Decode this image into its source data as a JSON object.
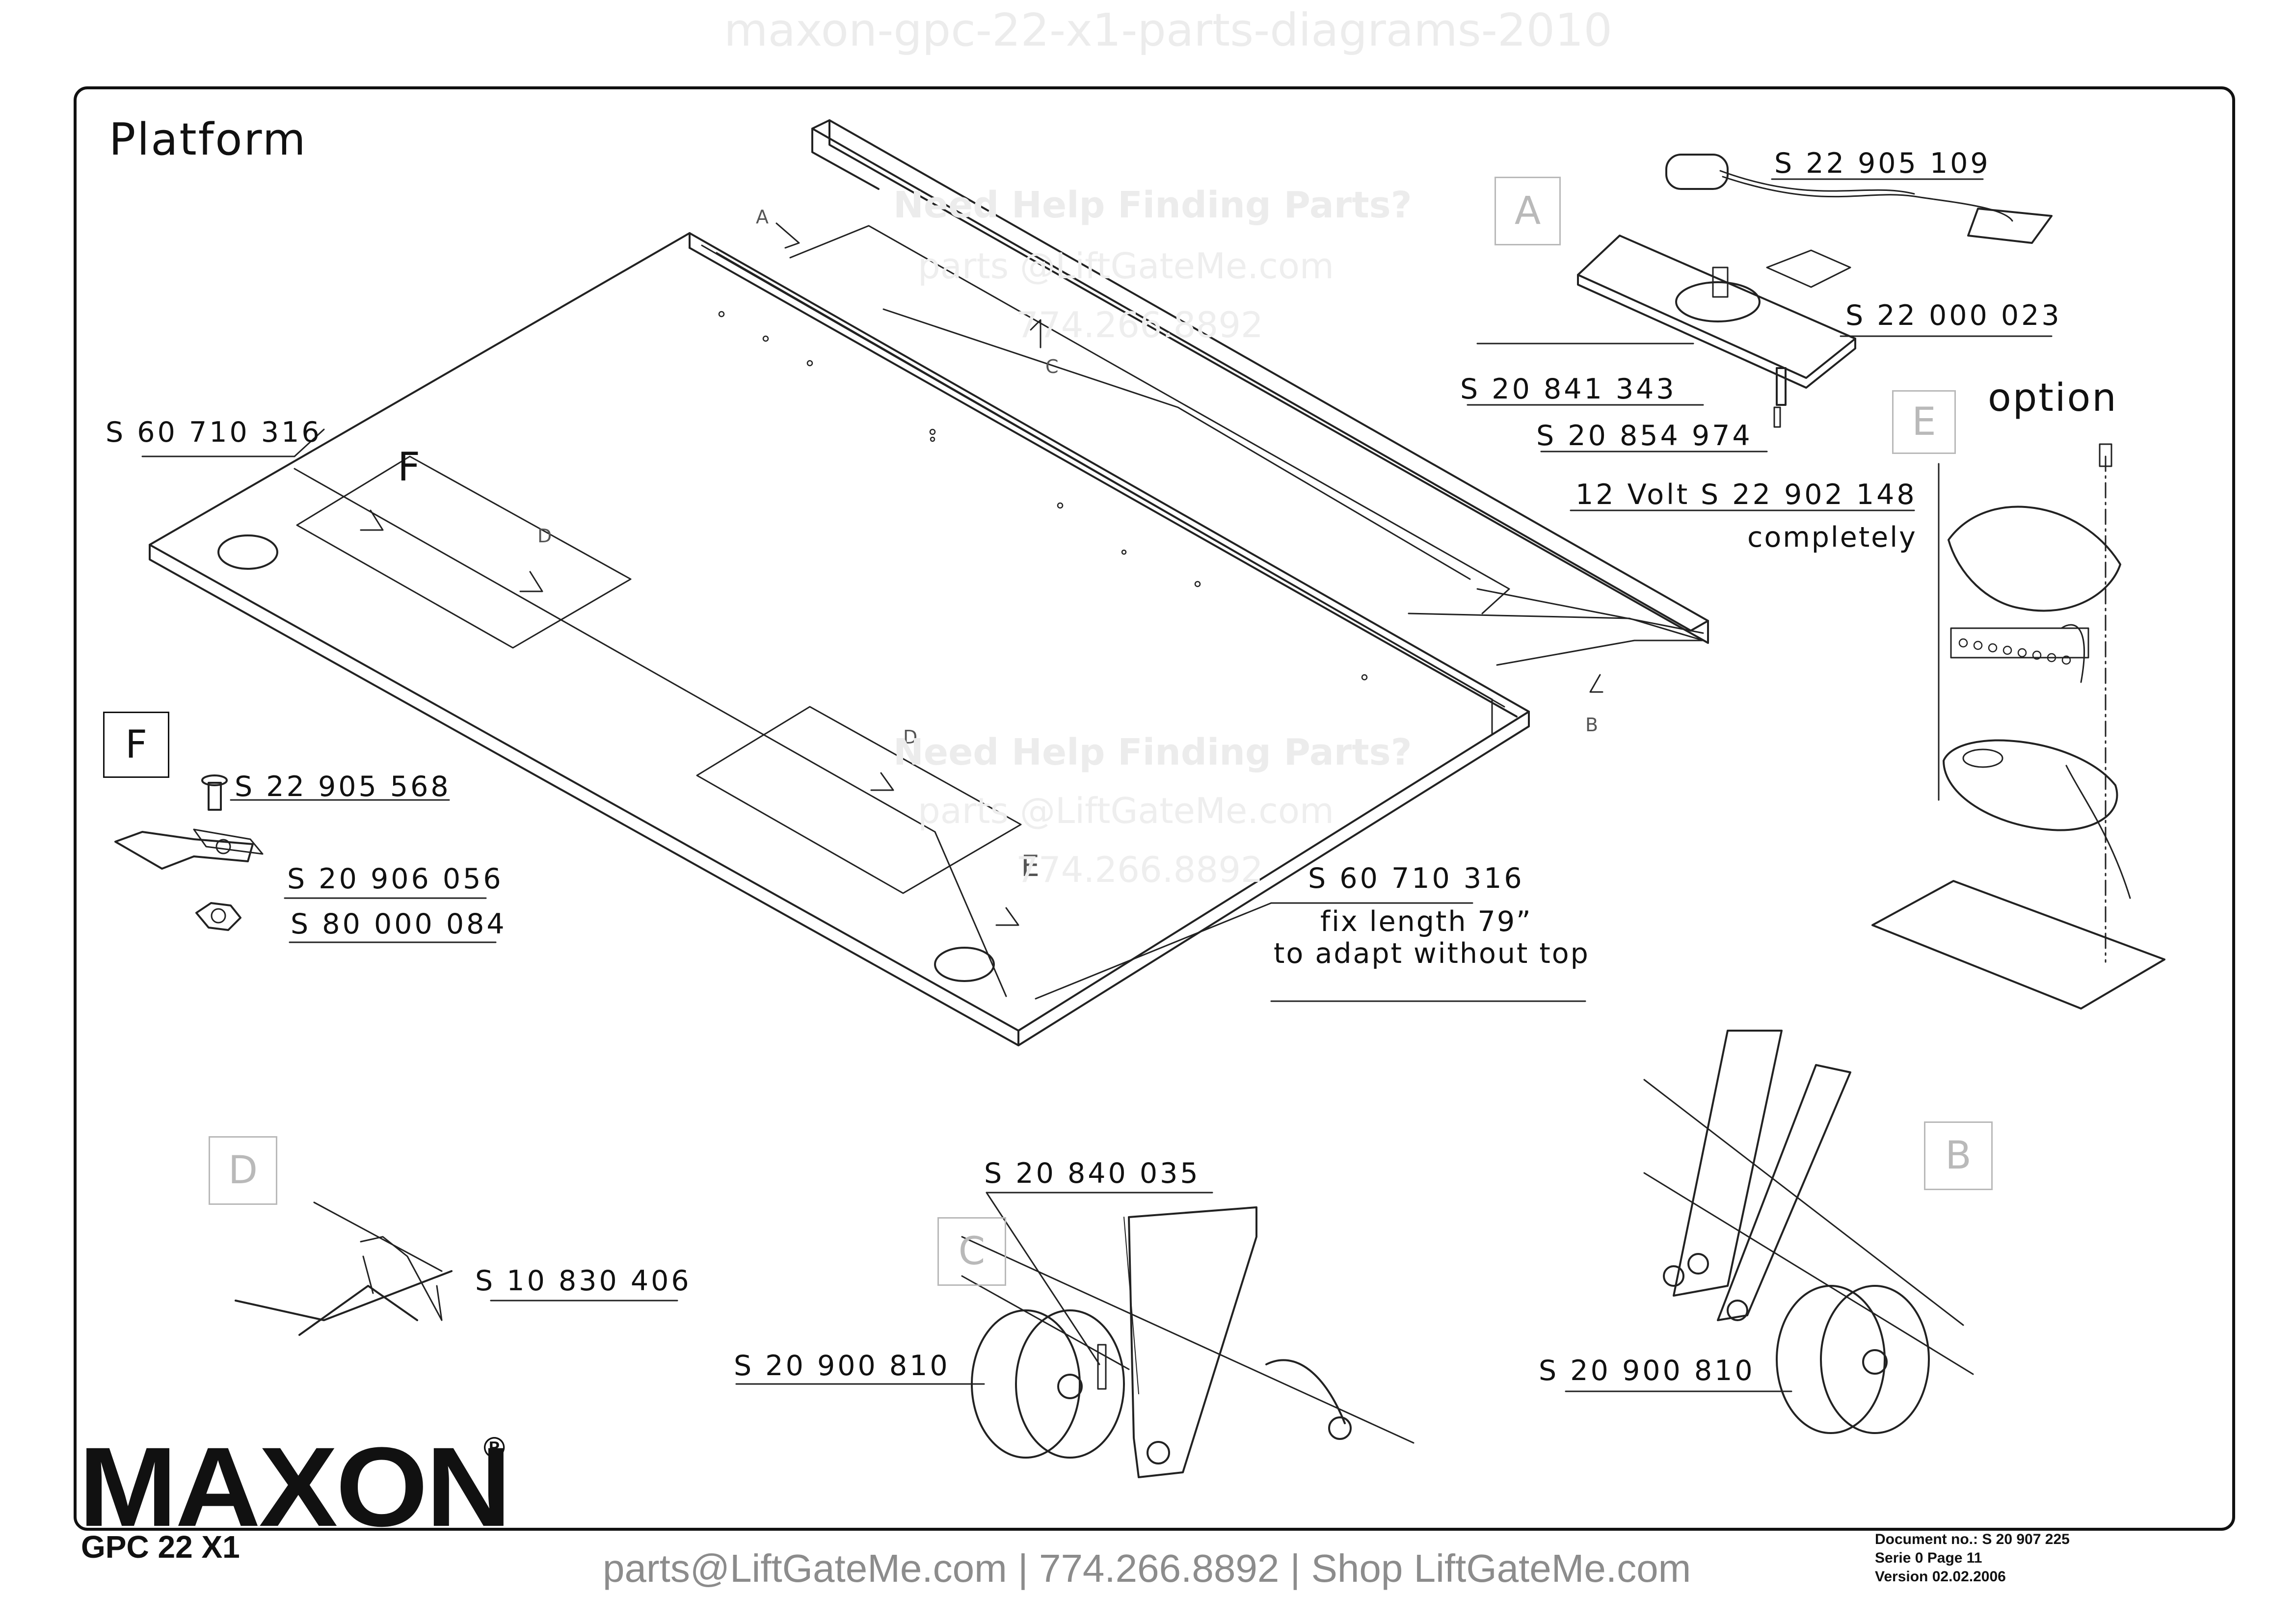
{
  "header": {
    "watermark_title": "maxon-gpc-22-x1-parts-diagrams-2010"
  },
  "diagram": {
    "title": "Platform",
    "option_label": "option",
    "detail_letters": {
      "A": "A",
      "B": "B",
      "C": "C",
      "D": "D",
      "E": "E",
      "F": "F"
    },
    "arrow_labels": {
      "A": "A",
      "B": "B",
      "C": "C",
      "D1": "D",
      "D2": "D",
      "E": "E",
      "F": "F"
    },
    "part_numbers": {
      "rail_left": "S 60 710 316",
      "rail_right": "S 60 710 316",
      "rail_note_1": "fix length 79”",
      "rail_note_2": "to adapt without top",
      "light_unit": "S 22 905 109",
      "light_housing": "S 22 000 023",
      "screw_1": "S 20 841 343",
      "screw_2": "S 20 854 974",
      "complete_light_voltage": "12 Volt",
      "complete_light": "S 22 902 148",
      "complete_light_note": "completely",
      "f_screw": "S 22 905 568",
      "f_clamp": "S 20 906 056",
      "f_nut": "S 80 000 084",
      "d_clip": "S 10 830 406",
      "c_pin": "S 20 840 035",
      "c_roller": "S 20 900 810",
      "b_roller": "S 20 900 810"
    }
  },
  "watermark": {
    "headline": "Need Help Finding Parts?",
    "email": "parts @LiftGateMe.com",
    "phone": "774.266.8892"
  },
  "brand": {
    "logo": "MAXON",
    "registered": "®",
    "model": "GPC 22 X1"
  },
  "footer": {
    "contact": "parts@LiftGateMe.com | 774.266.8892 | Shop LiftGateMe.com"
  },
  "document": {
    "number": "Document no.:  S 20 907 225",
    "serie": "Serie  0  Page  11",
    "version": "Version  02.02.2006"
  }
}
